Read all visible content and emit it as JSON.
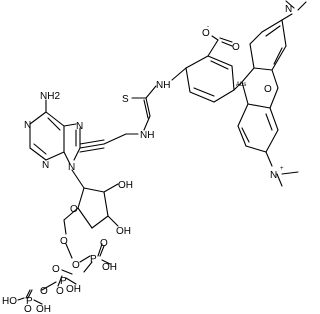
{
  "structure": {
    "atoms": {
      "nh2": "NH2",
      "purine_n1": "N",
      "purine_n3": "N",
      "purine_n7": "N",
      "purine_n9": "N",
      "thiourea_nh1": "NH",
      "thiourea_nh2": "NH",
      "thiourea_s": "S",
      "ribose_o": "O",
      "oh_2": "OH",
      "oh_3": "OH",
      "o_5": "O",
      "p_alpha_o_bridge": "O",
      "p_alpha": "P",
      "p_alpha_o": "O",
      "p_alpha_oh": "OH",
      "p_beta_o_bridge": "O",
      "p_beta": "P",
      "p_beta_o": "O",
      "p_beta_oh": "OH",
      "p_gamma_o_bridge": "O",
      "p_gamma": "P",
      "p_gamma_o": "O",
      "p_gamma_oh": "OH",
      "p_gamma_ho": "HO",
      "carboxylate_o_minus": "O",
      "carboxylate_o": "O",
      "xanthene_o": "O",
      "nme2_left": "N",
      "nme2_right": "N",
      "charge_minus": "-",
      "charge_plus": "+",
      "abs_tag": "Abs"
    }
  }
}
